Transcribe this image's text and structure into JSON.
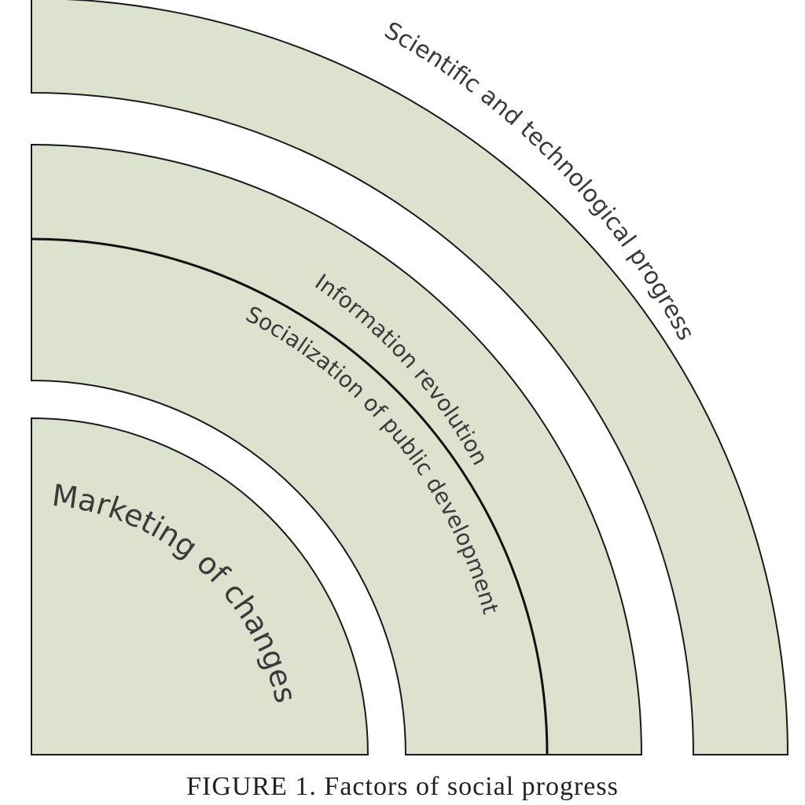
{
  "figure": {
    "caption": "FIGURE 1. Factors of social progress",
    "fill_color": "#dde2cf",
    "stroke_color": "#1a1a1a"
  },
  "bands": [
    {
      "label": "Scientific and technological progress"
    },
    {
      "label": "Information revolution"
    },
    {
      "label": "Socialization of public development"
    },
    {
      "label": "Marketing of changes"
    }
  ]
}
